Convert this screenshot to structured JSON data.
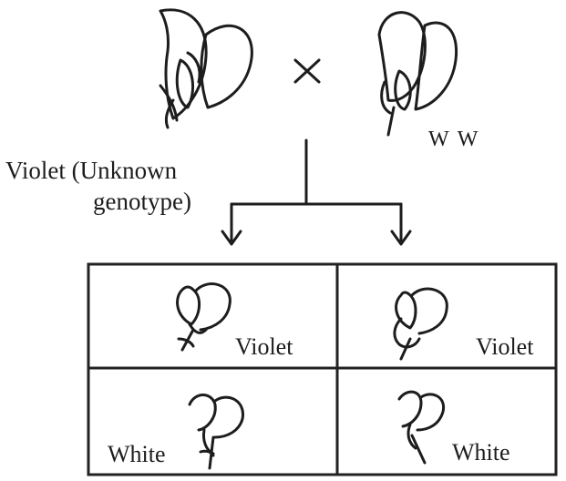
{
  "cross_symbol": "×",
  "parent_left": {
    "label_line1": "Violet (Unknown",
    "label_line2": "genotype)"
  },
  "parent_right": {
    "genotype": "W W"
  },
  "offspring": [
    {
      "phenotype": "Violet"
    },
    {
      "phenotype": "Violet"
    },
    {
      "phenotype": "White"
    },
    {
      "phenotype": "White"
    }
  ],
  "colors": {
    "ink": "#1d1d1d",
    "grid": "#222222",
    "background": "#ffffff"
  }
}
